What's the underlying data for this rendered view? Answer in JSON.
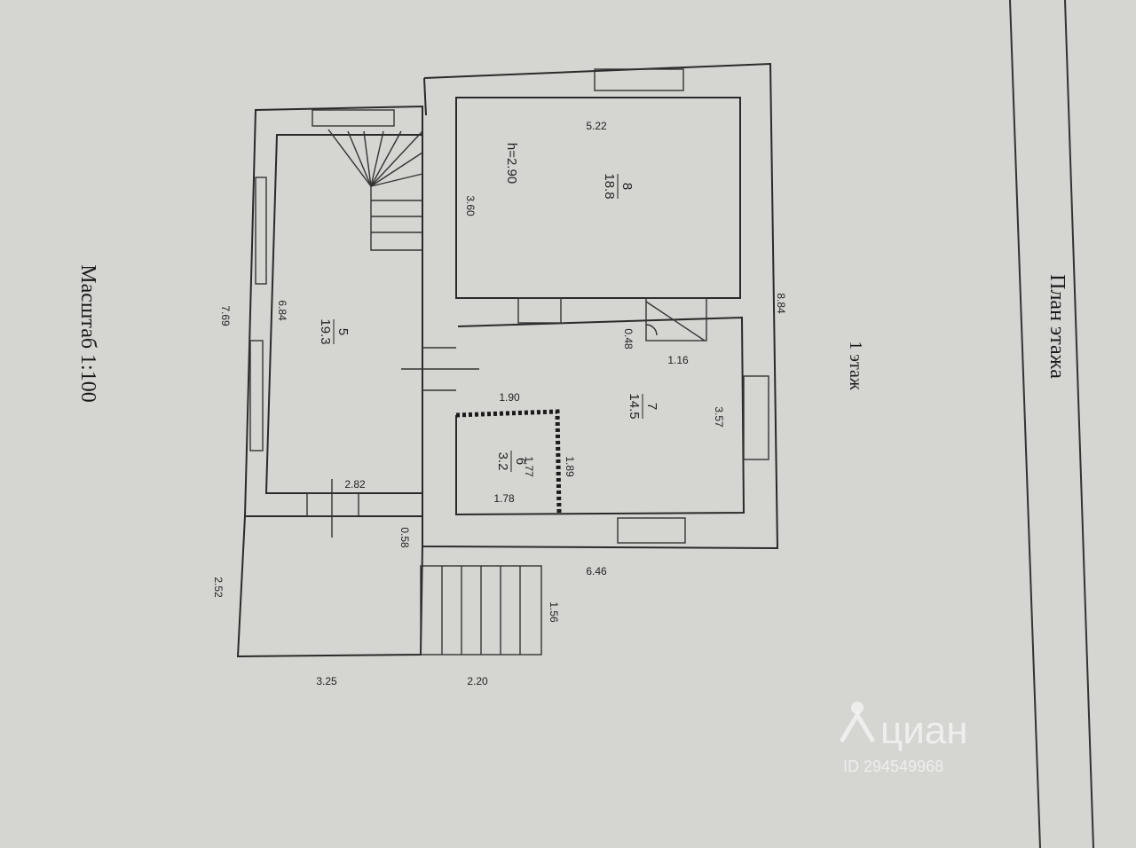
{
  "document": {
    "title": "План этажа",
    "floor_label": "1 этаж",
    "scale_label": "Масштаб   1:100"
  },
  "rooms": [
    {
      "id": "5",
      "number": "5",
      "area": "19.3"
    },
    {
      "id": "6",
      "number": "6",
      "area": "3.2"
    },
    {
      "id": "7",
      "number": "7",
      "area": "14.5"
    },
    {
      "id": "8",
      "number": "8",
      "area": "18.8"
    }
  ],
  "ceiling_height": "h=2.90",
  "dimensions": {
    "d_522": "5.22",
    "d_360": "3.60",
    "d_884": "8.84",
    "d_769": "7.69",
    "d_684": "6.84",
    "d_048": "0.48",
    "d_116": "1.16",
    "d_190": "1.90",
    "d_357": "3.57",
    "d_189": "1.89",
    "d_177": "1.77",
    "d_178": "1.78",
    "d_282": "2.82",
    "d_058": "0.58",
    "d_646": "6.46",
    "d_252": "2.52",
    "d_156": "1.56",
    "d_325": "3.25",
    "d_220": "2.20"
  },
  "watermark": {
    "brand": "циан",
    "id_text": "ID 294549968"
  }
}
